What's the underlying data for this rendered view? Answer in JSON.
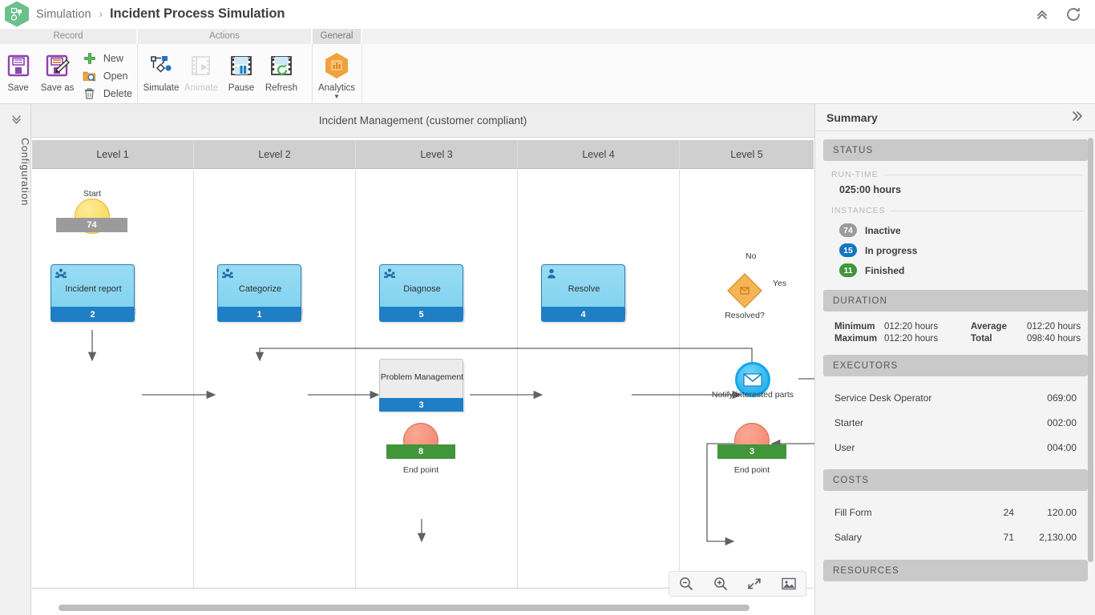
{
  "titlebar": {
    "breadcrumb_root": "Simulation",
    "breadcrumb_sep": "›",
    "title": "Incident Process Simulation",
    "collapse_icon": "chevron-double-up-icon",
    "refresh_icon": "refresh-icon"
  },
  "ribbon": {
    "tabs": [
      {
        "label": "Record",
        "selected": false
      },
      {
        "label": "Actions",
        "selected": false
      },
      {
        "label": "General",
        "selected": true
      }
    ],
    "record": {
      "save_label": "Save",
      "save_as_label": "Save as",
      "new_label": "New",
      "open_label": "Open",
      "delete_label": "Delete"
    },
    "actions": {
      "simulate_label": "Simulate",
      "animate_label": "Animate",
      "animate_disabled": true,
      "pause_label": "Pause",
      "refresh_label": "Refresh"
    },
    "general": {
      "analytics_label": "Analytics"
    }
  },
  "config_rail": {
    "label": "Configuration",
    "expand_icon": "chevron-double-right-icon"
  },
  "canvas": {
    "diagram_title": "Incident Management (customer compliant)",
    "lanes": [
      {
        "label": "Level 1"
      },
      {
        "label": "Level 2"
      },
      {
        "label": "Level 3"
      },
      {
        "label": "Level 4"
      },
      {
        "label": "Level 5"
      }
    ],
    "nodes": {
      "start": {
        "label": "Start",
        "count": "74",
        "type": "start-event"
      },
      "incident_report": {
        "label": "Incident report",
        "count": "2",
        "type": "task"
      },
      "categorize": {
        "label": "Categorize",
        "count": "1",
        "type": "task"
      },
      "diagnose": {
        "label": "Diagnose",
        "count": "5",
        "type": "task"
      },
      "resolve": {
        "label": "Resolve",
        "count": "4",
        "type": "task"
      },
      "problem_management": {
        "label": "Problem Management",
        "count": "3",
        "type": "subprocess"
      },
      "resolved_gateway": {
        "label": "Resolved?",
        "type": "gateway"
      },
      "notify": {
        "label": "Notify interested parts",
        "type": "message-event"
      },
      "end_level3": {
        "label": "End point",
        "count": "8",
        "type": "end-event"
      },
      "end_level5": {
        "label": "End point",
        "count": "3",
        "type": "end-event"
      }
    },
    "edge_labels": {
      "no": "No",
      "yes": "Yes"
    },
    "zoom_toolbar": [
      {
        "icon": "zoom-out-icon"
      },
      {
        "icon": "zoom-in-icon"
      },
      {
        "icon": "fit-to-screen-icon"
      },
      {
        "icon": "export-image-icon"
      }
    ]
  },
  "summary": {
    "title": "Summary",
    "collapse_icon": "chevron-double-right-icon",
    "status": {
      "header": "STATUS",
      "runtime_header": "RUN-TIME",
      "runtime_value": "025:00 hours",
      "instances_header": "INSTANCES",
      "instances": [
        {
          "count": "74",
          "label": "Inactive",
          "color": "#9b9b9b"
        },
        {
          "count": "15",
          "label": "In progress",
          "color": "#1276c0"
        },
        {
          "count": "11",
          "label": "Finished",
          "color": "#41953a"
        }
      ]
    },
    "duration": {
      "header": "DURATION",
      "rows": [
        {
          "k1": "Minimum",
          "v1": "012:20 hours",
          "k2": "Average",
          "v2": "012:20 hours"
        },
        {
          "k1": "Maximum",
          "v1": "012:20 hours",
          "k2": "Total",
          "v2": "098:40 hours"
        }
      ]
    },
    "executors": {
      "header": "EXECUTORS",
      "rows": [
        {
          "name": "Service Desk Operator",
          "value": "069:00"
        },
        {
          "name": "Starter",
          "value": "002:00"
        },
        {
          "name": "User",
          "value": "004:00"
        }
      ]
    },
    "costs": {
      "header": "COSTS",
      "rows": [
        {
          "name": "Fill Form",
          "count": "24",
          "value": "120.00"
        },
        {
          "name": "Salary",
          "count": "71",
          "value": "2,130.00"
        }
      ]
    },
    "resources": {
      "header": "RESOURCES"
    }
  },
  "colors": {
    "accent_blue": "#1f7ec4",
    "task_fill": "#7fd2ef",
    "start_fill": "#f6d349",
    "end_fill": "#f0806a",
    "gateway_fill": "#f5b557",
    "green": "#41953a",
    "gray": "#9b9b9b"
  }
}
